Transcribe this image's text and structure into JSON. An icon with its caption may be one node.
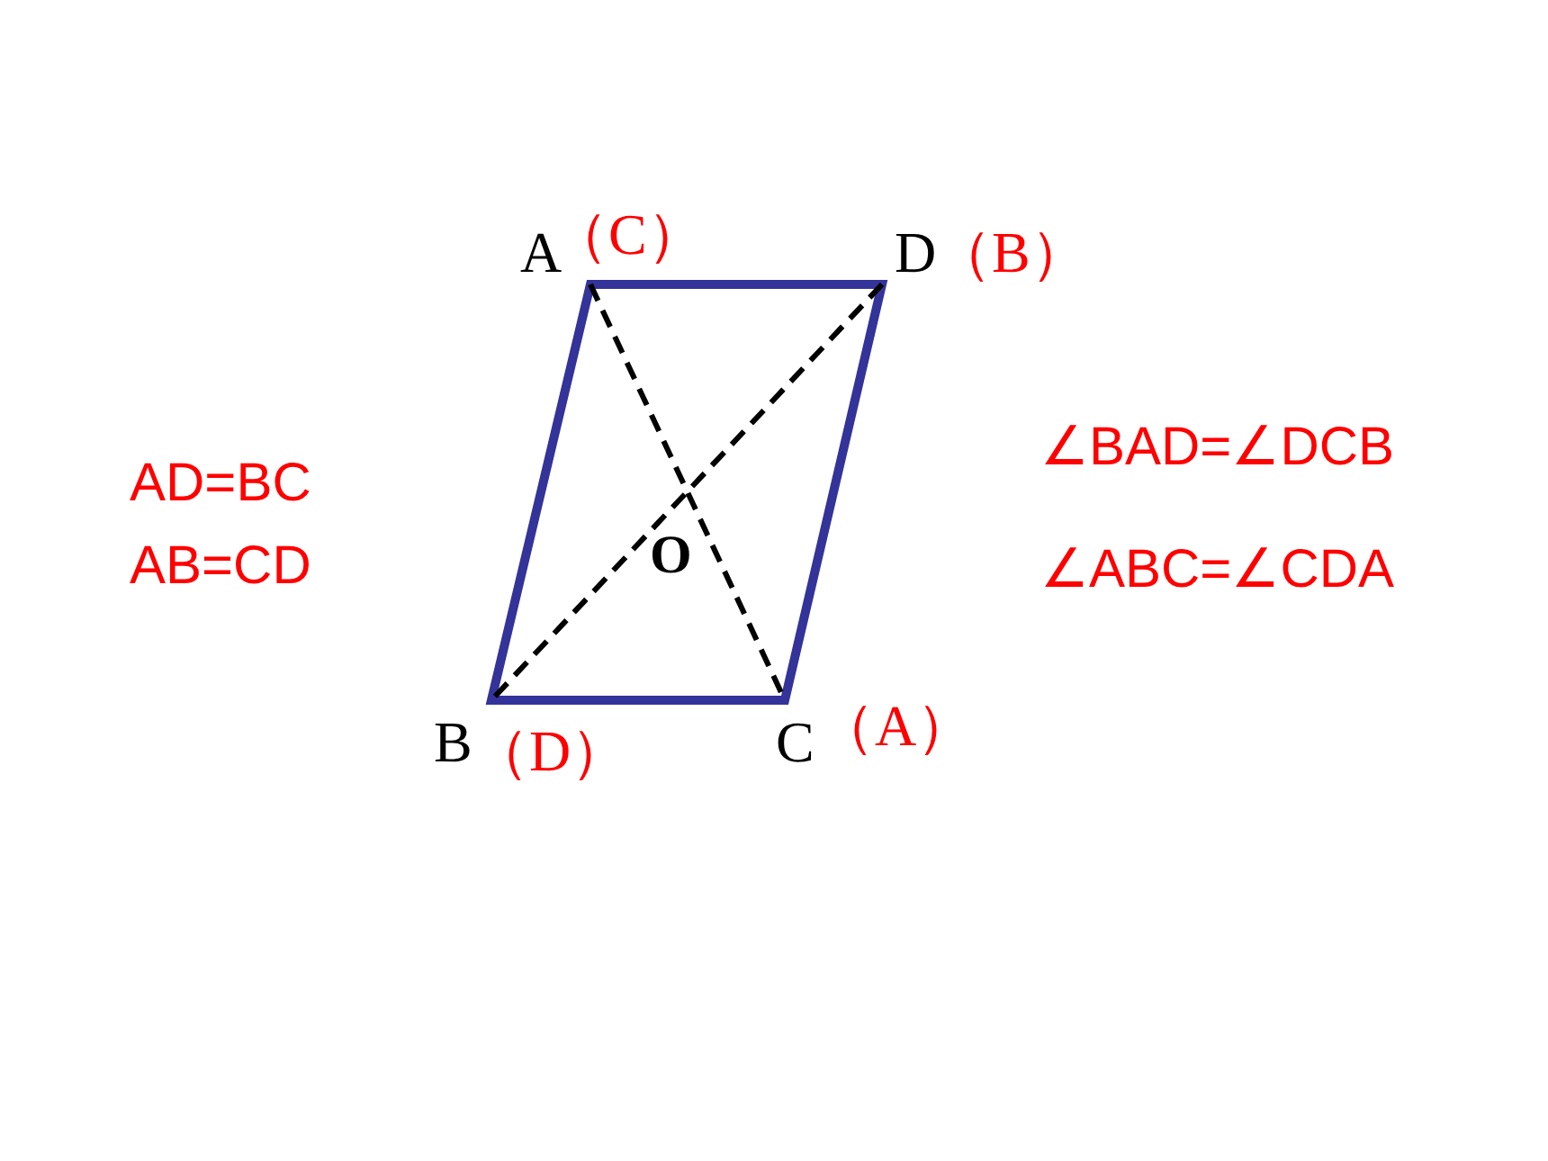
{
  "diagram": {
    "labels": [
      "A",
      "（C）",
      "D",
      "（B）",
      "O",
      "B",
      "（D）",
      "C",
      "（A）",
      "AD=BC",
      "AB=CD",
      "∠BAD=∠DCB",
      "∠ABC=∠CDA"
    ]
  }
}
